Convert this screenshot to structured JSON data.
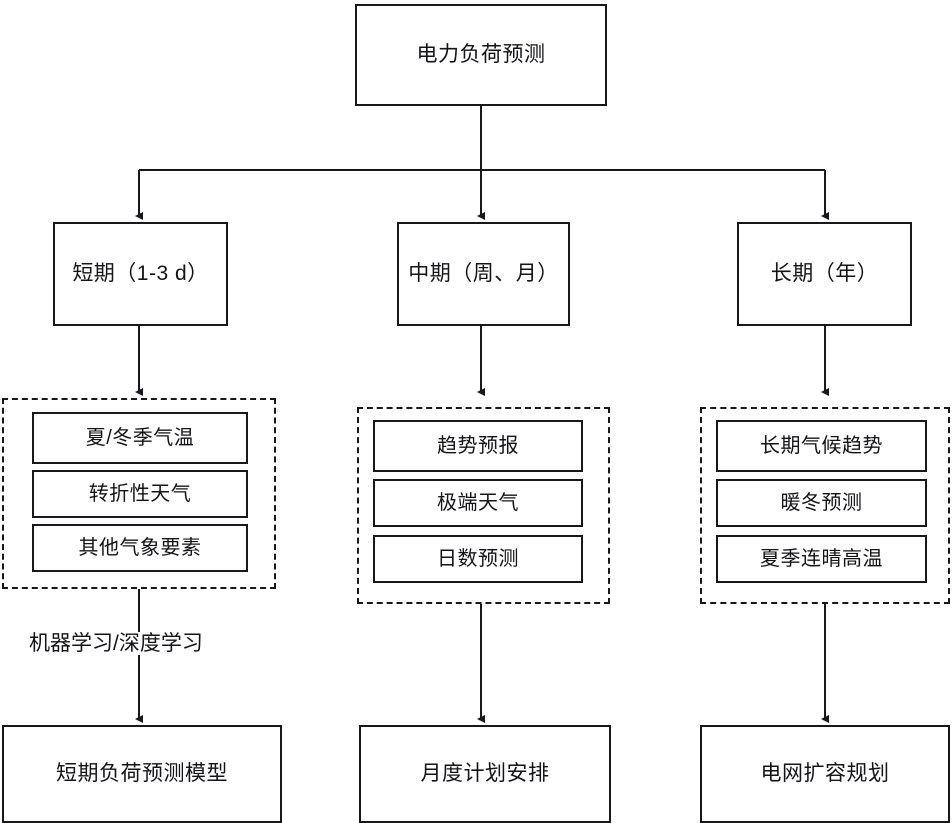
{
  "diagram": {
    "title": "电力负荷预测",
    "colors": {
      "stroke": "#17171c",
      "text": "#141418",
      "background": "#ffffff"
    },
    "root": {
      "label": "电力负荷预测"
    },
    "branches": [
      {
        "horizon_label": "短期（1-3 d）",
        "group_items": [
          "夏/冬季气温",
          "转折性天气",
          "其他气象要素"
        ],
        "edge_label": "机器学习/深度学习",
        "outcome_label": "短期负荷预测模型"
      },
      {
        "horizon_label": "中期（周、月）",
        "group_items": [
          "趋势预报",
          "极端天气",
          "日数预测"
        ],
        "edge_label": "",
        "outcome_label": "月度计划安排"
      },
      {
        "horizon_label": "长期（年）",
        "group_items": [
          "长期气候趋势",
          "暖冬预测",
          "夏季连晴高温"
        ],
        "edge_label": "",
        "outcome_label": "电网扩容规划"
      }
    ]
  }
}
